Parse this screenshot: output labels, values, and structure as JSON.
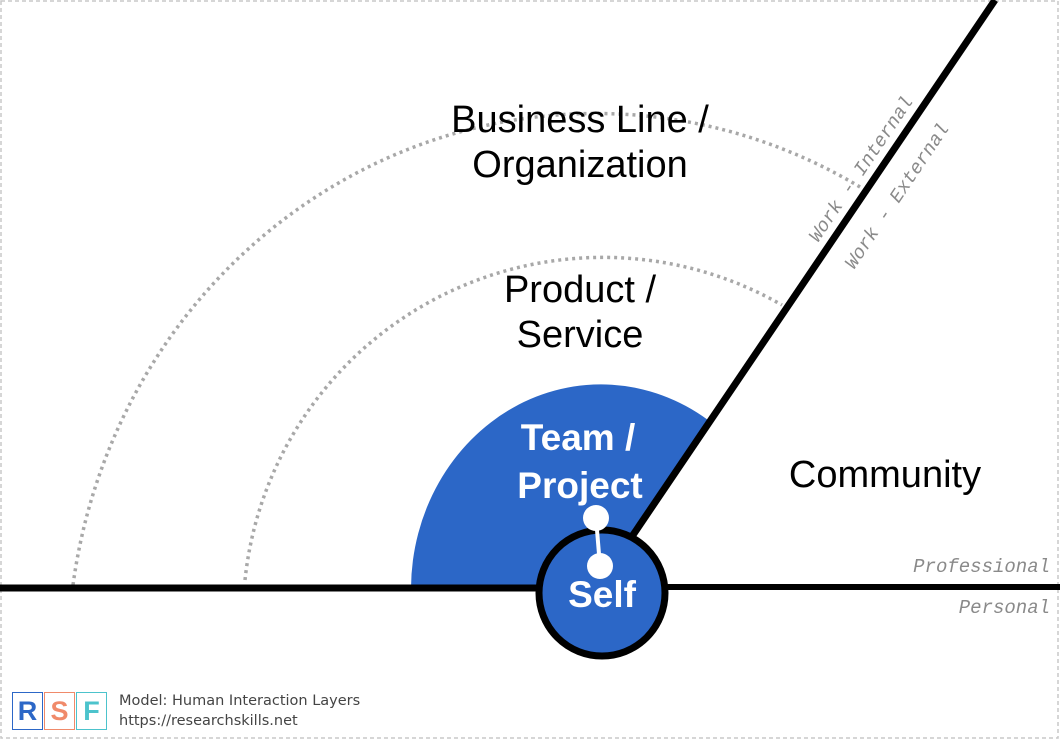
{
  "diagram": {
    "layers": {
      "business": [
        "Business Line /",
        "Organization"
      ],
      "product": [
        "Product /",
        "Service"
      ],
      "team": [
        "Team /",
        "Project"
      ],
      "self": "Self",
      "community": "Community"
    },
    "boundaries": {
      "work_internal": "Work - Internal",
      "work_external": "Work - External",
      "professional": "Professional",
      "personal": "Personal"
    },
    "colors": {
      "accent_blue": "#2c67c7",
      "line_black": "#000000",
      "dotted_gray": "#a8a8a8"
    }
  },
  "footer": {
    "logo": [
      {
        "letter": "R",
        "color": "#2c67c7"
      },
      {
        "letter": "S",
        "color": "#f08a6a"
      },
      {
        "letter": "F",
        "color": "#4cc3cc"
      }
    ],
    "caption": "Model: Human Interaction Layers",
    "url": "https://researchskills.net"
  }
}
